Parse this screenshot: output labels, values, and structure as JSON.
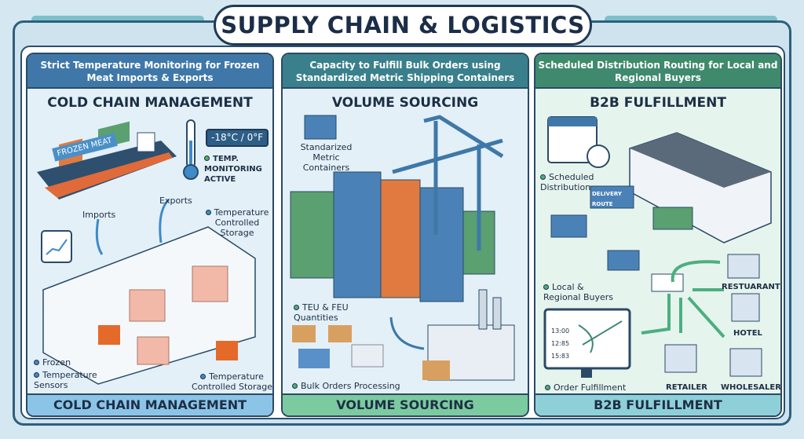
{
  "title": "SUPPLY CHAIN & LOGISTICS",
  "colors": {
    "cold": "#3f78a8",
    "volume": "#3a7f8c",
    "b2b": "#3f8a6c",
    "background": "#d5e7f1"
  },
  "panels": [
    {
      "header": "Strict Temperature Monitoring for Frozen Meat Imports & Exports",
      "title": "COLD CHAIN MANAGEMENT",
      "footer": "COLD CHAIN MANAGEMENT",
      "sign": "FROZEN MEAT",
      "temp_display": "-18°C / 0°F",
      "status": "TEMP. MONITORING ACTIVE",
      "labels": {
        "imports": "Imports",
        "exports": "Exports",
        "storage_top": "Temperature Controlled Storage",
        "frozen": "Frozen",
        "sensors": "Temperature Sensors",
        "storage_bottom": "Temperature Controlled Storage"
      }
    },
    {
      "header": "Capacity to Fulfill Bulk Orders using Standardized Metric Shipping Containers",
      "title": "VOLUME SOURCING",
      "footer": "VOLUME SOURCING",
      "labels": {
        "containers": "Standarized Metric Containers",
        "teu": "TEU & FEU Quantities",
        "bulk": "Bulk Orders Processing"
      }
    },
    {
      "header": "Scheduled Distribution Routing for Local and Regional Buyers",
      "title": "B2B FULFILLMENT",
      "footer": "B2B FULFILLMENT",
      "truck_text": "DELIVERY ROUTE",
      "screen_times": [
        "13:00",
        "12:85",
        "15:83"
      ],
      "labels": {
        "scheduled": "Scheduled Distribution",
        "local": "Local & Regional Buyers",
        "order": "Order Fulfillment",
        "restaurant": "RESTUARANT",
        "hotel": "HOTEL",
        "retailer": "RETAILER",
        "wholesaler": "WHOLESALER"
      }
    }
  ]
}
